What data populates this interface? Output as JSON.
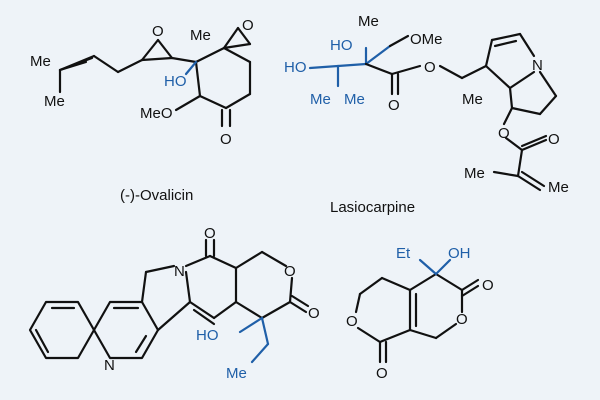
{
  "colors": {
    "background": "#eef3f8",
    "bond": "#111111",
    "highlight": "#1f5fa8"
  },
  "captions": {
    "ovalicin": "(-)-Ovalicin",
    "lasiocarpine": "Lasiocarpine"
  },
  "ovalicin": {
    "me_prenyl_top": "Me",
    "me_prenyl_bottom": "Me",
    "epoxide_o1": "O",
    "me_spiro": "Me",
    "epoxide_o2": "O",
    "ho": "HO",
    "meo": "MeO",
    "ketone_o": "O"
  },
  "lasiocarpine": {
    "me_top": "Me",
    "ho_top": "HO",
    "ome": "OMe",
    "ho_left": "HO",
    "me_a": "Me",
    "me_b": "Me",
    "carbonyl_o": "O",
    "ester_o": "O",
    "n": "N",
    "me_ring": "Me",
    "ester_o2": "O",
    "carbonyl_o2": "O",
    "me_side": "Me",
    "me_end": "Me"
  },
  "camptothecin": {
    "carbonyl_o_top": "O",
    "n_amide": "N",
    "ring_o": "O",
    "lactone_o": "O",
    "n_quinoline": "N",
    "ho": "HO",
    "me": "Me"
  },
  "bicyclic": {
    "et": "Et",
    "oh": "OH",
    "lactone_o_right": "O",
    "ring_o_left": "O",
    "ring_o_right": "O",
    "carbonyl_o_bottom": "O"
  }
}
